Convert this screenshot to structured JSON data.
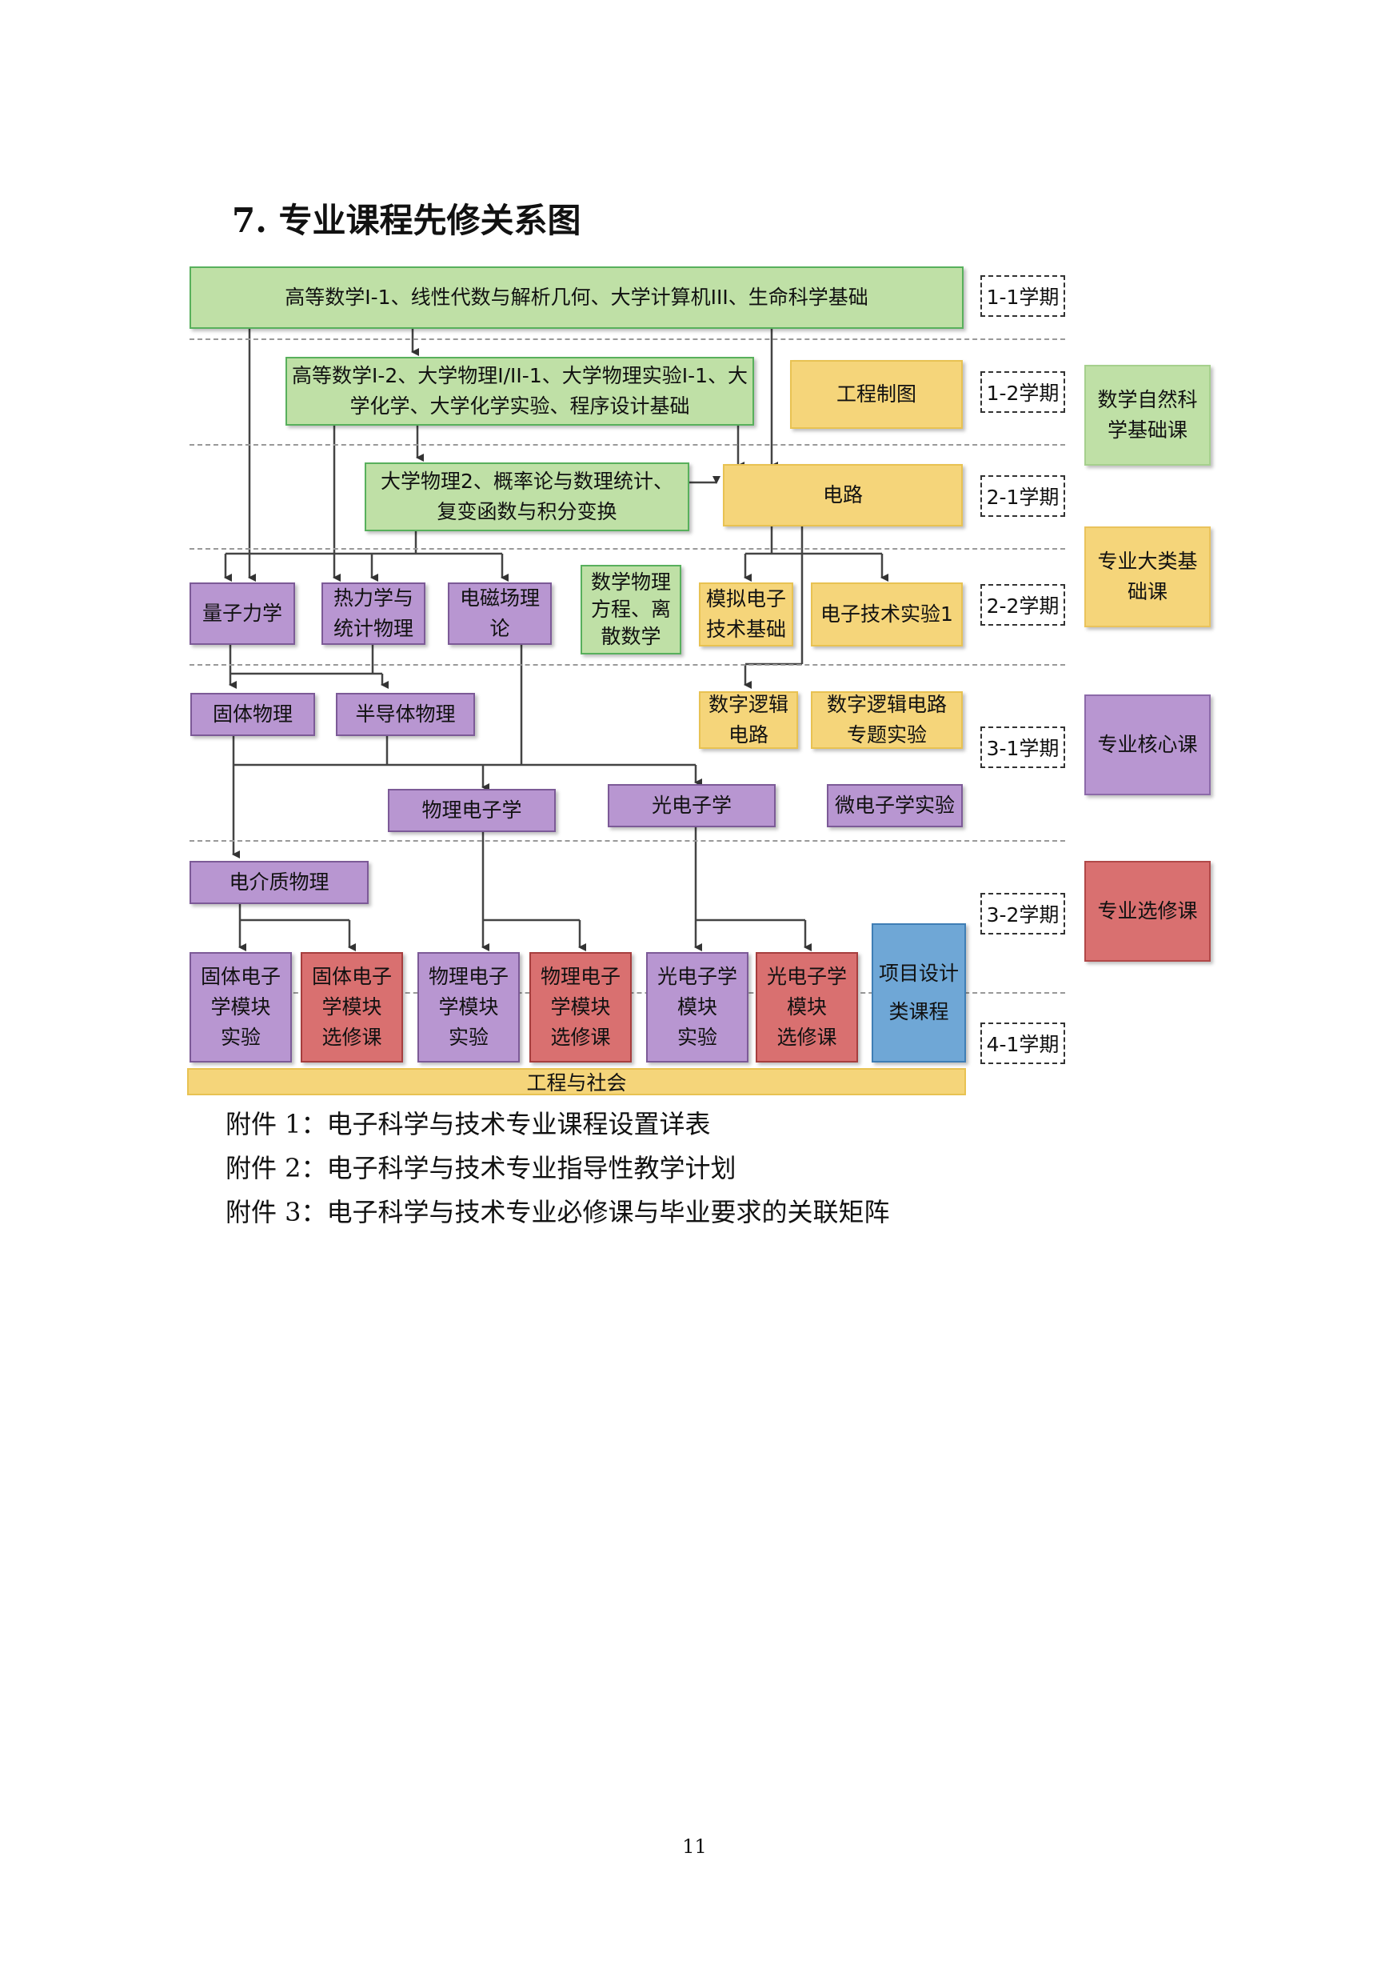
{
  "heading": "7. 专业课程先修关系图",
  "courses": {
    "math_1_1": "高等数学I-1、线性代数与解析几何、大学计算机III、生命科学基础",
    "math_1_2": "高等数学I-2、大学物理I/II-1、大学物理实验I-1、大\n学化学、大学化学实验、程序设计基础",
    "engineering_drawing": "工程制图",
    "physics_2": "大学物理2、概率论与数理统计、\n复变函数与积分变换",
    "circuit": "电路",
    "quantum": "量子力学",
    "thermo": "热力学与\n统计物理",
    "em_theory": "电磁场理\n论",
    "math_physics": "数学物理\n方程、离\n散数学",
    "analog": "模拟电子\n技术基础",
    "electronics_lab": "电子技术实验1",
    "solid_state": "固体物理",
    "semiconductor": "半导体物理",
    "digital_logic": "数字逻辑\n电路",
    "digital_lab": "数字逻辑电路\n专题实验",
    "physical_electronics": "物理电子学",
    "optoelectronics": "光电子学",
    "microelectronics_lab": "微电子学实验",
    "dielectric": "电介质物理",
    "solid_module_lab": "固体电子\n学模块\n实验",
    "solid_module_elective": "固体电子\n学模块\n选修课",
    "phys_module_lab": "物理电子\n学模块\n实验",
    "phys_module_elective": "物理电子\n学模块\n选修课",
    "opto_module_lab": "光电子学\n模块\n实验",
    "opto_module_elective": "光电子学\n模块\n选修课",
    "project_design": "项目设计\n类课程",
    "engineering_society": "工程与社会"
  },
  "semesters": [
    "1-1学期",
    "1-2学期",
    "2-1学期",
    "2-2学期",
    "3-1学期",
    "3-2学期",
    "4-1学期"
  ],
  "legend": {
    "basic_science": "数学自然科\n学基础课",
    "major_foundation": "专业大类基\n础课",
    "core": "专业核心课",
    "elective": "专业选修课"
  },
  "colors": {
    "green": "#bfe0a6",
    "yellow": "#f5d57a",
    "purple": "#b896d1",
    "red": "#d97070",
    "blue": "#6fa7d6"
  },
  "appendices": [
    "附件 1：电子科学与技术专业课程设置详表",
    "附件 2：电子科学与技术专业指导性教学计划",
    "附件 3：电子科学与技术专业必修课与毕业要求的关联矩阵"
  ],
  "page_number": "11"
}
